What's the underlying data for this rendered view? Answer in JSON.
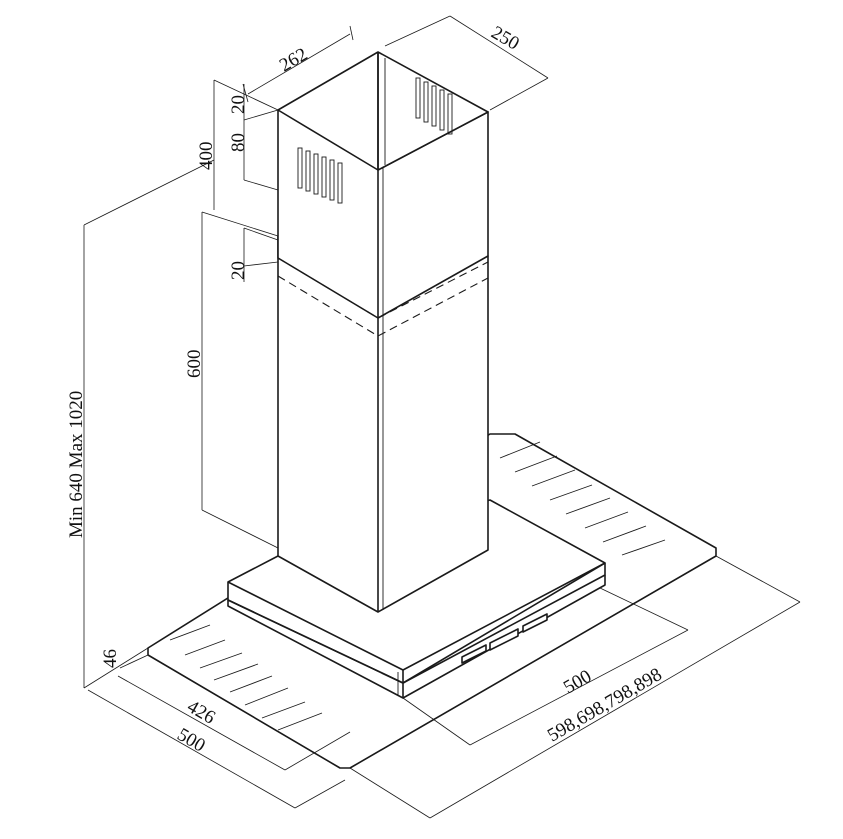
{
  "dimensions": {
    "chimney_depth": "262",
    "chimney_width": "250",
    "top_offset": "20",
    "vent_offset": "80",
    "upper_chimney_height": "400",
    "overlap": "20",
    "lower_chimney_height": "600",
    "total_height": "Min 640 Max 1020",
    "glass_thickness": "46",
    "canopy_depth": "426",
    "glass_depth": "500",
    "canopy_width": "500",
    "glass_width": "598,698,798,898"
  }
}
